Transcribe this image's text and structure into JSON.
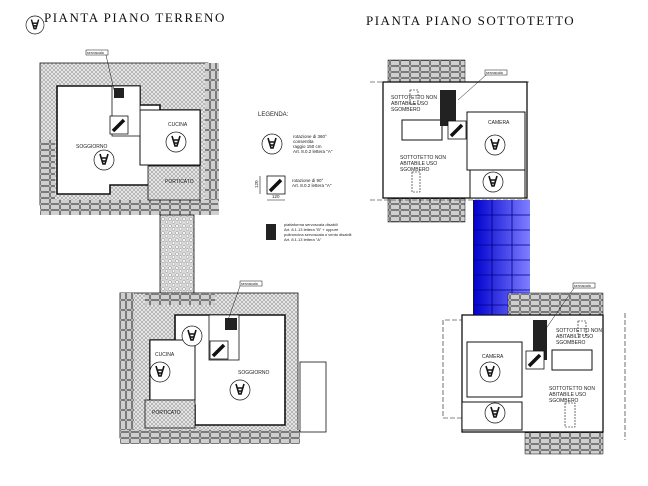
{
  "titles": {
    "ground_floor": "PIANTA PIANO TERRENO",
    "attic_floor": "PIANTA PIANO SOTTOTETTO"
  },
  "ground_floor": {
    "upper_unit": {
      "living": "SOGGIORNO",
      "kitchen": "CUCINA",
      "porch": "PORTICATO",
      "stair_lift_tag": "servoscala"
    },
    "lower_unit": {
      "living": "SOGGIORNO",
      "kitchen": "CUCINA",
      "porch": "PORTICATO",
      "stair_lift_tag": "servoscala"
    }
  },
  "attic_floor": {
    "upper_unit": {
      "attic_1": [
        "SOTTOTETTO NON",
        "ABITABILE USO",
        "SGOMBERO"
      ],
      "attic_2": [
        "SOTTOTETTO NON",
        "ABITABILE USO",
        "SGOMBERO"
      ],
      "bedroom": "CAMERA",
      "stair_lift_tag": "servoscala"
    },
    "lower_unit": {
      "attic_1": [
        "SOTTOTETTO NON",
        "ABITABILE USO",
        "SGOMBERO"
      ],
      "attic_2": [
        "SOTTOTETTO NON",
        "ABITABILE USO",
        "SGOMBERO"
      ],
      "bedroom": "CAMERA",
      "stair_lift_tag": "servoscala"
    }
  },
  "legend": {
    "title": "LEGENDA:",
    "rotation_360": [
      "rotazione di 360°",
      "consentita",
      "raggio 150 cm",
      "Art. 8.0.2 lettera \"A\""
    ],
    "rotation_90": [
      "rotazione di 90°",
      "Art. 8.0.2 lettera \"A\""
    ],
    "dim_h": "120",
    "dim_w": "120",
    "platform": [
      "piattaforma servoscala disabili",
      "Art. 8.1.13 lettera \"B\" + oppure",
      "poltroncina servoscala o vento disabili",
      "Art. 8.1.13 lettera \"A\""
    ]
  },
  "colors": {
    "stair_blue": "#1a1aee",
    "line": "#111111",
    "hatch": "#888888"
  }
}
